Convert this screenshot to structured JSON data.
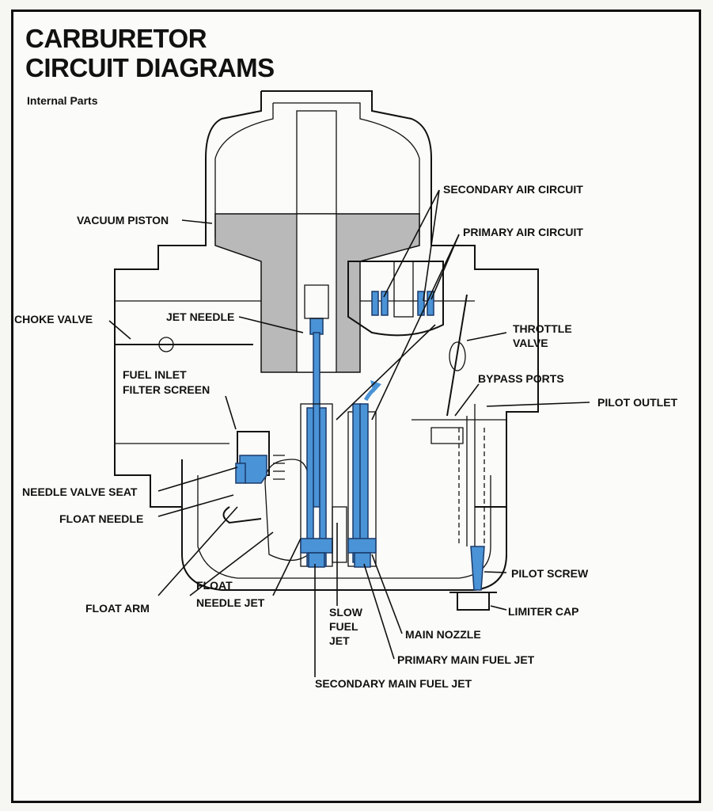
{
  "title_line1": "CARBURETOR",
  "title_line2": "CIRCUIT DIAGRAMS",
  "subtitle": "Internal Parts",
  "labels": {
    "secondary_air_circuit": "SECONDARY AIR CIRCUIT",
    "primary_air_circuit": "PRIMARY AIR CIRCUIT",
    "vacuum_piston": "VACUUM PISTON",
    "choke_valve": "CHOKE VALVE",
    "jet_needle": "JET NEEDLE",
    "throttle_valve_1": "THROTTLE",
    "throttle_valve_2": "VALVE",
    "fuel_inlet_1": "FUEL INLET",
    "fuel_inlet_2": "FILTER SCREEN",
    "bypass_ports": "BYPASS PORTS",
    "pilot_outlet": "PILOT OUTLET",
    "needle_valve_seat": "NEEDLE VALVE SEAT",
    "float_needle": "FLOAT NEEDLE",
    "pilot_screw": "PILOT SCREW",
    "float_1": "FLOAT",
    "float_2": "NEEDLE JET",
    "limiter_cap": "LIMITER CAP",
    "float_arm": "FLOAT ARM",
    "slow_fuel_1": "SLOW",
    "slow_fuel_2": "FUEL",
    "slow_fuel_3": "JET",
    "main_nozzle": "MAIN NOZZLE",
    "primary_main_fuel_jet": "PRIMARY MAIN FUEL JET",
    "secondary_main_fuel_jet": "SECONDARY MAIN FUEL JET"
  },
  "colors": {
    "fuel_blue": "#4a93d6",
    "shade_grey": "#b9b9b9",
    "ink": "#111111"
  }
}
